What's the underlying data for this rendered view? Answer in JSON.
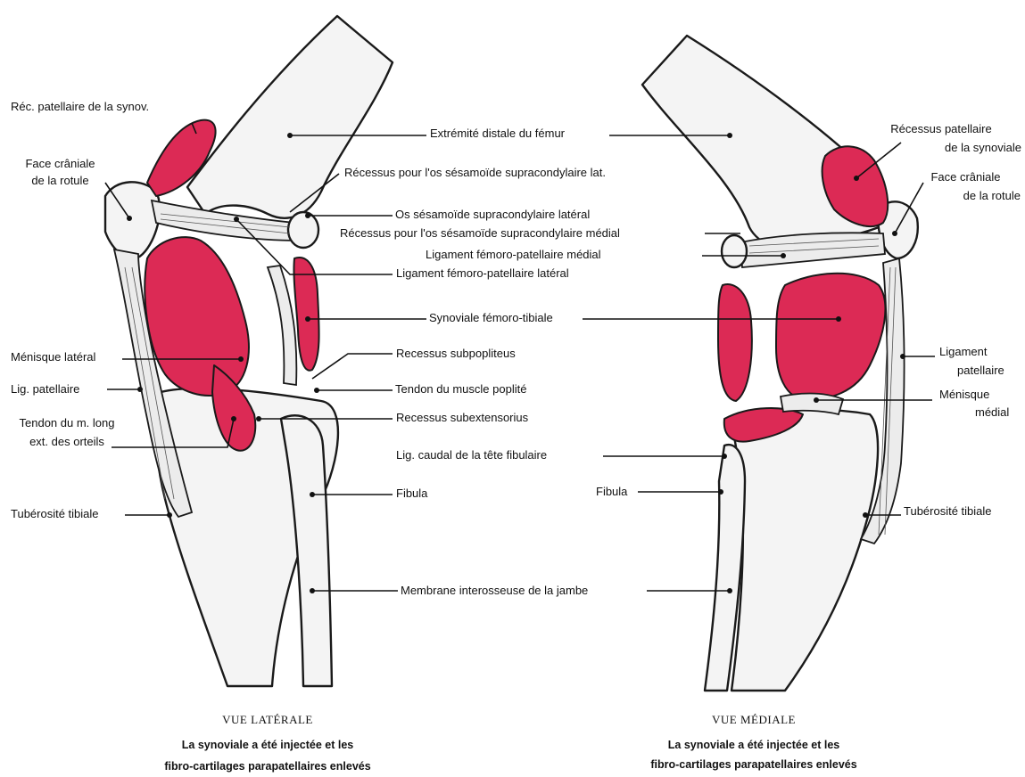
{
  "colors": {
    "synovia": "#dc2a55",
    "outline": "#1a1a1a",
    "bone": "#f4f4f4",
    "background": "#ffffff"
  },
  "lateral": {
    "labels": {
      "rec_patellaire": "Réc. patellaire de la synov.",
      "face_craniale_1": "Face crâniale",
      "face_craniale_2": "de la rotule",
      "menisque_lateral": "Ménisque latéral",
      "lig_patellaire": "Lig. patellaire",
      "tendon_long_1": "Tendon du m. long",
      "tendon_long_2": "ext. des orteils",
      "tuberosite": "Tubérosité tibiale"
    },
    "caption": {
      "title": "VUE LATÉRALE",
      "line1": "La synoviale a été injectée et les",
      "line2": "fibro-cartilages parapatellaires enlevés"
    }
  },
  "center": {
    "labels": {
      "extremite_femur": "Extrémité distale du fémur",
      "recessus_sesamoide_lat": "Récessus pour l'os sésamoïde supracondylaire lat.",
      "os_sesamoide_lat": "Os sésamoïde supracondylaire latéral",
      "recessus_sesamoide_med": "Récessus pour l'os sésamoïde supracondylaire médial",
      "lig_femoro_pat_medial": "Ligament fémoro-patellaire médial",
      "lig_femoro_pat_lateral": "Ligament fémoro-patellaire latéral",
      "synoviale_femoro_tibiale": "Synoviale fémoro-tibiale",
      "recessus_subpopliteus": "Recessus subpopliteus",
      "tendon_poplite": "Tendon du muscle poplité",
      "recessus_subextensorius": "Recessus subextensorius",
      "lig_caudal_fibulaire": "Lig. caudal de la tête fibulaire",
      "fibula": "Fibula",
      "membrane_interosseuse": "Membrane interosseuse de la jambe"
    }
  },
  "medial": {
    "labels": {
      "recessus_patellaire_1": "Récessus patellaire",
      "recessus_patellaire_2": "de la synoviale",
      "face_craniale_1": "Face crâniale",
      "face_craniale_2": "de la rotule",
      "ligament_patellaire_1": "Ligament",
      "ligament_patellaire_2": "patellaire",
      "menisque_medial_1": "Ménisque",
      "menisque_medial_2": "médial",
      "fibula": "Fibula",
      "tuberosite": "Tubérosité tibiale"
    },
    "caption": {
      "title": "VUE MÉDIALE",
      "line1": "La synoviale a été injectée et les",
      "line2": "fibro-cartilages parapatellaires enlevés"
    }
  }
}
